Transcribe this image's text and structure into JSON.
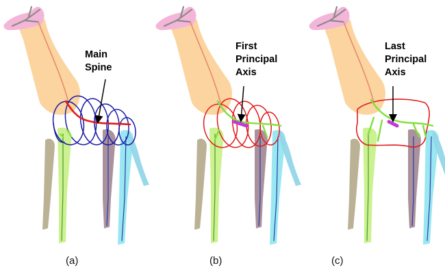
{
  "panels": [
    {
      "caption": "(a)",
      "annotation_lines": [
        "Main",
        "Spine"
      ],
      "accent": "#1a1aa8",
      "spine_color": "#e01a1a"
    },
    {
      "caption": "(b)",
      "annotation_lines": [
        "First",
        "Principal",
        "Axis"
      ],
      "accent": "#e01a1a",
      "spine_color": "#7fe03a"
    },
    {
      "caption": "(c)",
      "annotation_lines": [
        "Last",
        "Principal",
        "Axis"
      ],
      "accent": "#e01a1a",
      "spine_color": "#7fe03a"
    }
  ],
  "colors": {
    "head": "#f4b6d8",
    "neck": "#fbcf95",
    "leg_front_left": "#b4a98a",
    "leg_front_right": "#c9f08a",
    "leg_back_left": "#9b7f8c",
    "leg_back_right": "#8ee4ef",
    "tail": "#93d6e8",
    "axis_marker": "#c23bd6",
    "neck_skeleton": "#e88a6b"
  }
}
